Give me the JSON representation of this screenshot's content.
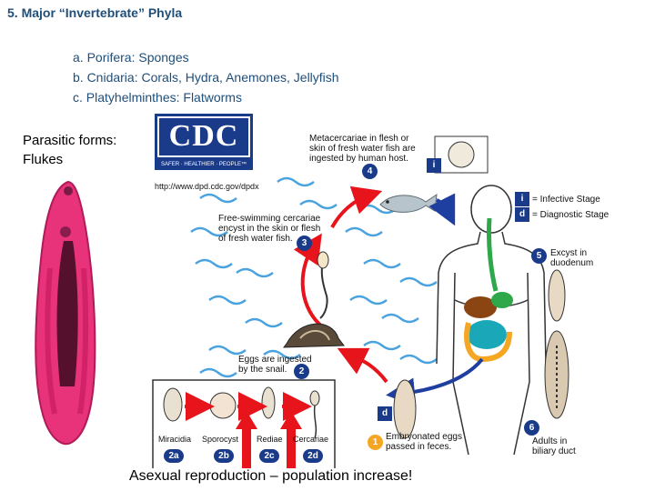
{
  "slide": {
    "title": "5. Major “Invertebrate” Phyla",
    "phyla": [
      "a. Porifera: Sponges",
      "b. Cnidaria: Corals, Hydra, Anemones, Jellyfish",
      "c. Platyhelminthes: Flatworms"
    ],
    "parasitic_line1": "Parasitic forms:",
    "parasitic_line2": "Flukes",
    "caption": "Asexual reproduction – population increase!"
  },
  "diagram": {
    "cdc_logo_text": "CDC",
    "cdc_tagline": "SAFER · HEALTHIER · PEOPLE™",
    "cdc_url": "http://www.dpd.cdc.gov/dpdx",
    "label_metacercariae_1": "Metacercariae in flesh or",
    "label_metacercariae_2": "skin of fresh water fish are",
    "label_metacercariae_3": "ingested by human host.",
    "label_cercariae_1": "Free-swimming cercariae",
    "label_cercariae_2": "encyst in the skin or flesh",
    "label_cercariae_3": "of fresh water fish.",
    "label_eggs_1": "Eggs are ingested",
    "label_eggs_2": "by the snail.",
    "label_infective": "= Infective Stage",
    "label_diagnostic": "= Diagnostic Stage",
    "label_excyst_1": "Excyst in",
    "label_excyst_2": "duodenum",
    "label_adults_1": "Adults in",
    "label_adults_2": "biliary duct",
    "label_embryonated_1": "Embryonated eggs",
    "label_embryonated_2": "passed in feces.",
    "label_miracidia": "Miracidia",
    "label_sporocyst": "Sporocyst",
    "label_rediae": "Rediae",
    "label_cercariae_small": "Cercariae",
    "step_1": "1",
    "step_2": "2",
    "step_3": "3",
    "step_4": "4",
    "step_5": "5",
    "step_6": "6",
    "step_2a": "2a",
    "step_2b": "2b",
    "step_2c": "2c",
    "step_2d": "2d",
    "key_i": "i",
    "key_d": "d",
    "colors": {
      "title_blue": "#1f4e79",
      "step_navy": "#1a3a8a",
      "arrow_red": "#e8141b",
      "arrow_blue": "#1f3fa0",
      "fluke_pink": "#e8337a",
      "water_blue": "#4aa3df"
    }
  }
}
